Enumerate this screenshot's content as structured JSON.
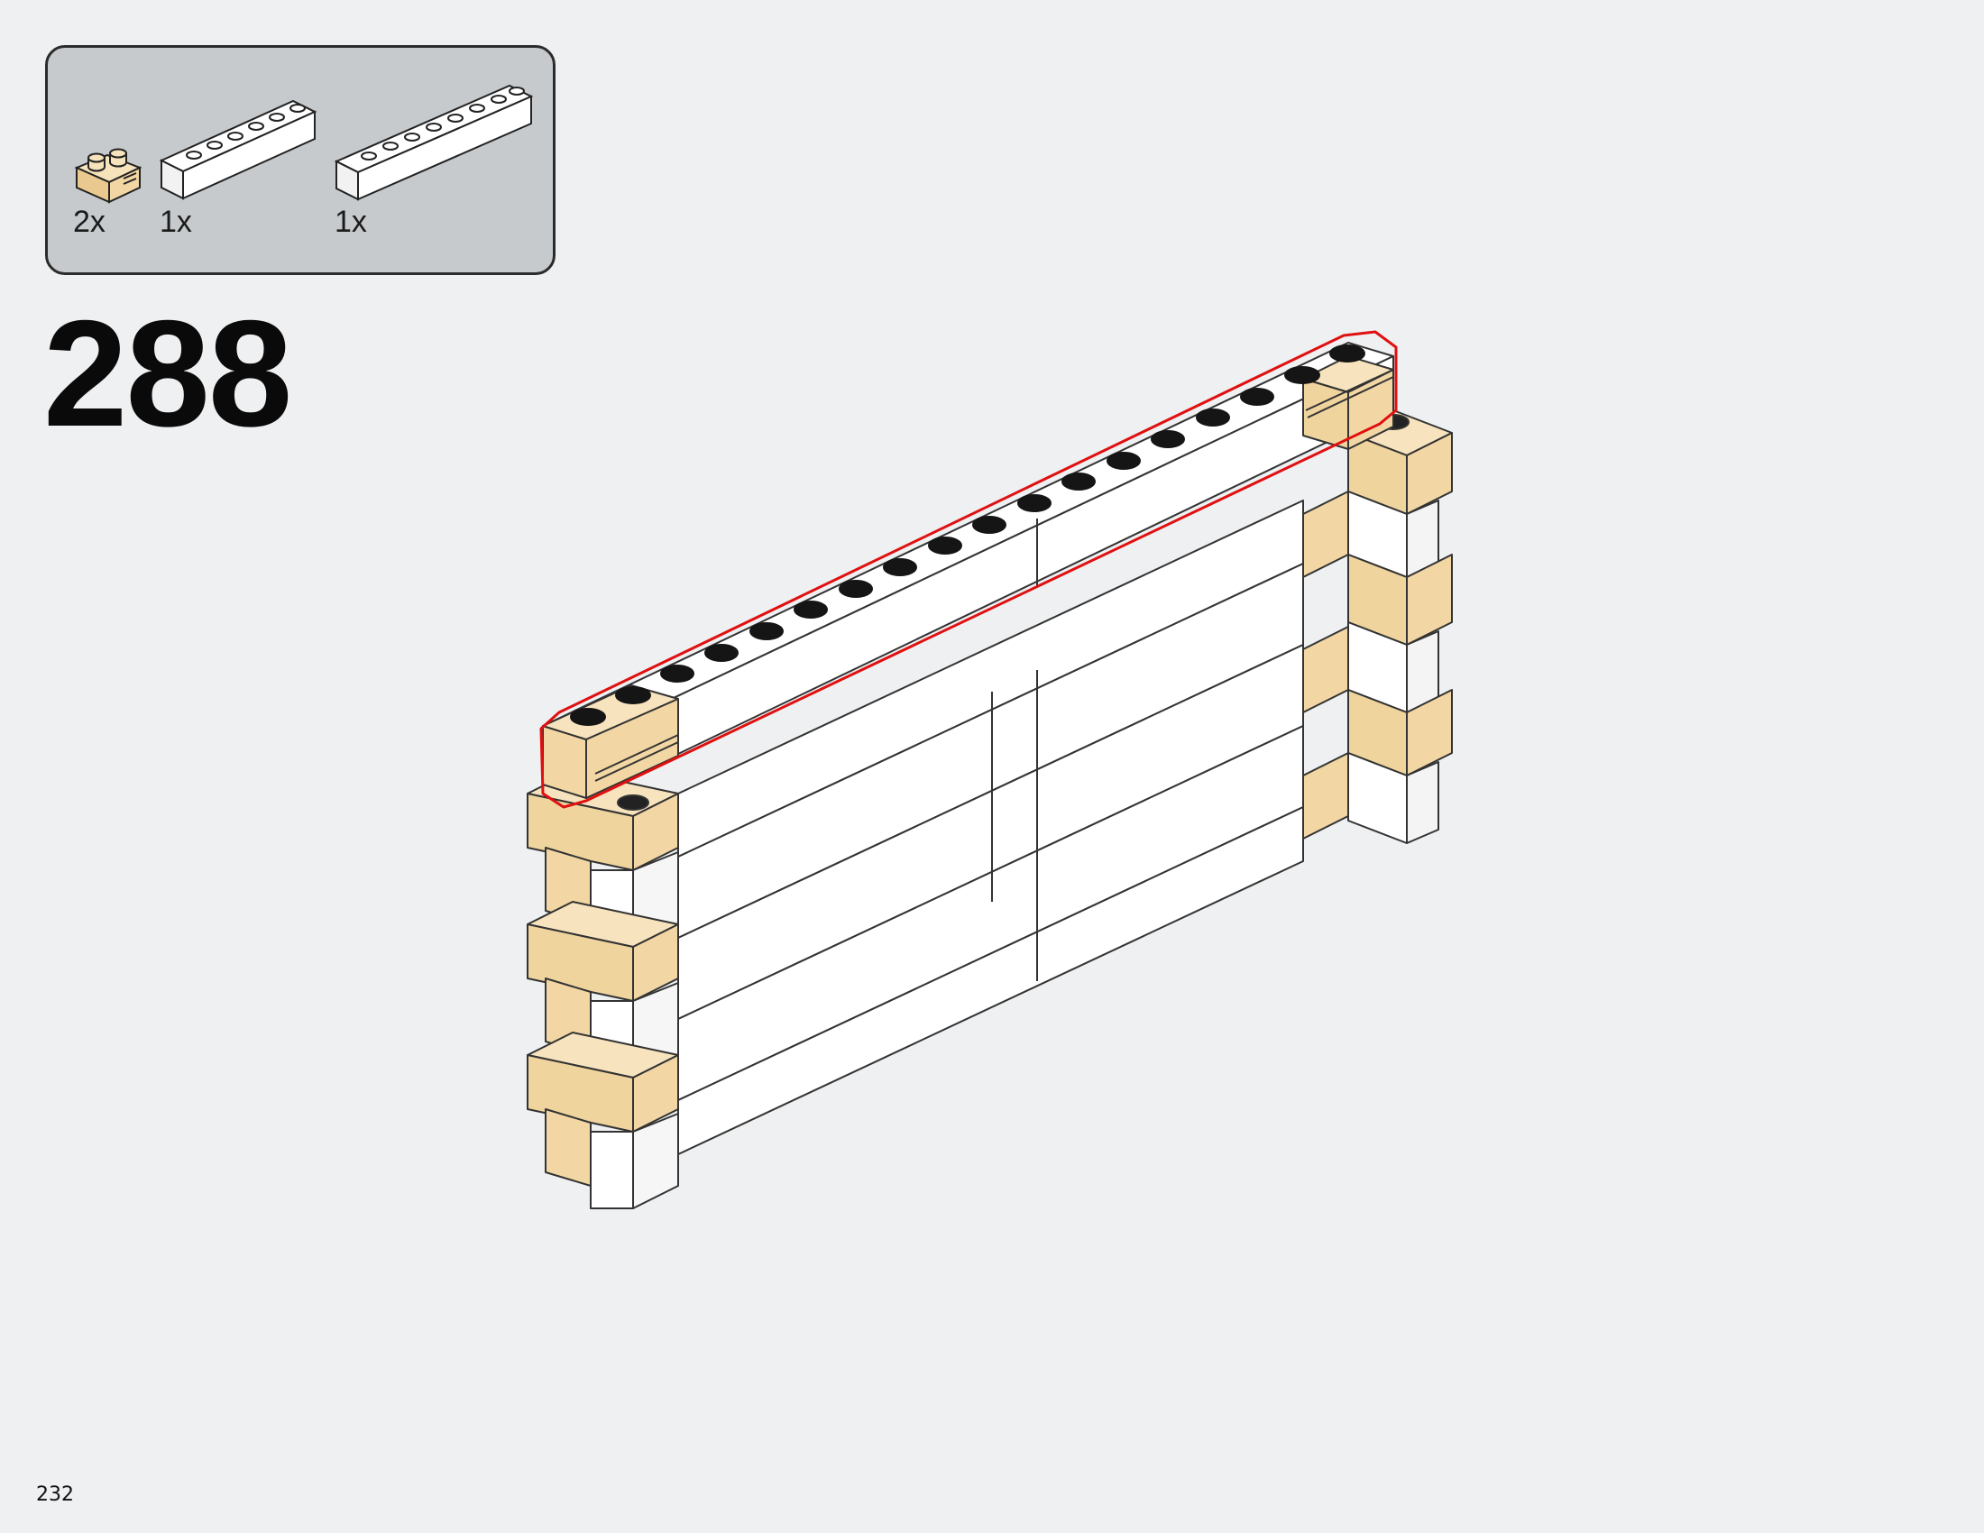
{
  "parts_panel": {
    "parts": [
      {
        "name": "tan-1x2-brick-with-groove",
        "quantity": "2x",
        "color": "#f2d7a4"
      },
      {
        "name": "white-1x6-brick",
        "quantity": "1x",
        "color": "#ffffff"
      },
      {
        "name": "white-1x8-brick",
        "quantity": "1x",
        "color": "#ffffff"
      }
    ],
    "background_color": "#c6cacd"
  },
  "step": {
    "number": "288"
  },
  "page": {
    "number": "232"
  },
  "colors": {
    "tan": "#f2d7a4",
    "white": "#ffffff",
    "highlight_outline": "#e01010",
    "background": "#eef0f2"
  },
  "icons": {
    "parts_callout": "parts-list-icon",
    "assembly": "brick-wall-assembly-icon"
  }
}
